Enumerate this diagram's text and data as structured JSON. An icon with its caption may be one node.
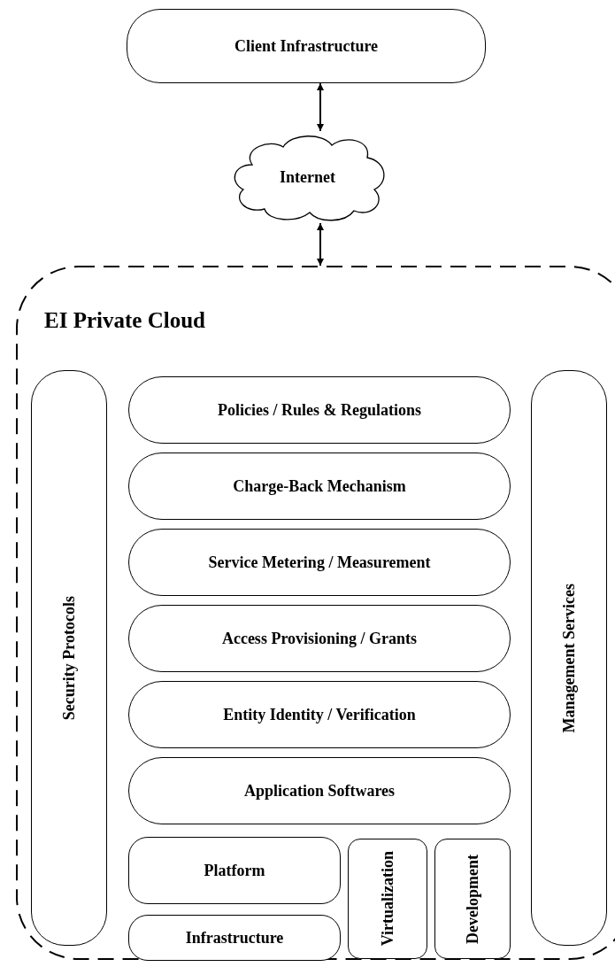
{
  "diagram": {
    "nodes": [
      {
        "text": [
          "Client Infrastructure"
        ]
      },
      {
        "text": [
          "Internet"
        ]
      },
      {
        "text": [
          "EI Private Cloud"
        ]
      },
      {
        "text": [
          "Security Protocols"
        ],
        "in": 2
      },
      {
        "text": [
          "Policies / Rules & Regulations"
        ],
        "in": 2
      },
      {
        "text": [
          "Charge-Back Mechanism"
        ],
        "in": 2
      },
      {
        "text": [
          "Service Metering / Measurement"
        ],
        "in": 2
      },
      {
        "text": [
          "Access Provisioning / Grants"
        ],
        "in": 2
      },
      {
        "text": [
          "Entity Identity / Verification"
        ],
        "in": 2
      },
      {
        "text": [
          "Application Softwares"
        ],
        "in": 2
      },
      {
        "text": [
          "Platform"
        ],
        "in": 2
      },
      {
        "text": [
          "Infrastructure"
        ],
        "in": 2
      },
      {
        "text": [
          "Virtualization"
        ],
        "in": 2
      },
      {
        "text": [
          "Development"
        ],
        "in": 2
      },
      {
        "text": [
          "Management Services"
        ],
        "in": 2
      }
    ],
    "edges": [
      {
        "from": 0,
        "to": 1,
        "arrow": "both"
      },
      {
        "from": 1,
        "to": 2,
        "arrow": "both"
      }
    ]
  }
}
